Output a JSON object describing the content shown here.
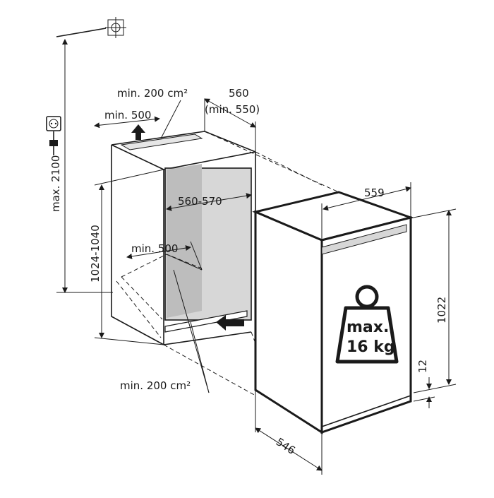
{
  "labels": {
    "max_height": "max. 2100",
    "niche_height": "1024-1040",
    "top_vent": "min. 200 cm²",
    "top_depth": "min. 500",
    "niche_depth": "560",
    "niche_depth_min": "(min. 550)",
    "niche_width": "560-570",
    "floor_depth": "min. 500",
    "bottom_vent": "min. 200 cm²",
    "appliance_width": "559",
    "appliance_height": "1022",
    "gap": "12",
    "appliance_depth": "546",
    "weight_max": "max.",
    "weight_value": "16 kg"
  },
  "icons": {
    "socket": "power-socket-icon",
    "plug": "power-plug-icon",
    "air_top": "airflow-up-arrow-icon",
    "air_bottom": "airflow-in-arrow-icon",
    "weight": "weight-icon",
    "hole": "drill-hole-icon"
  }
}
